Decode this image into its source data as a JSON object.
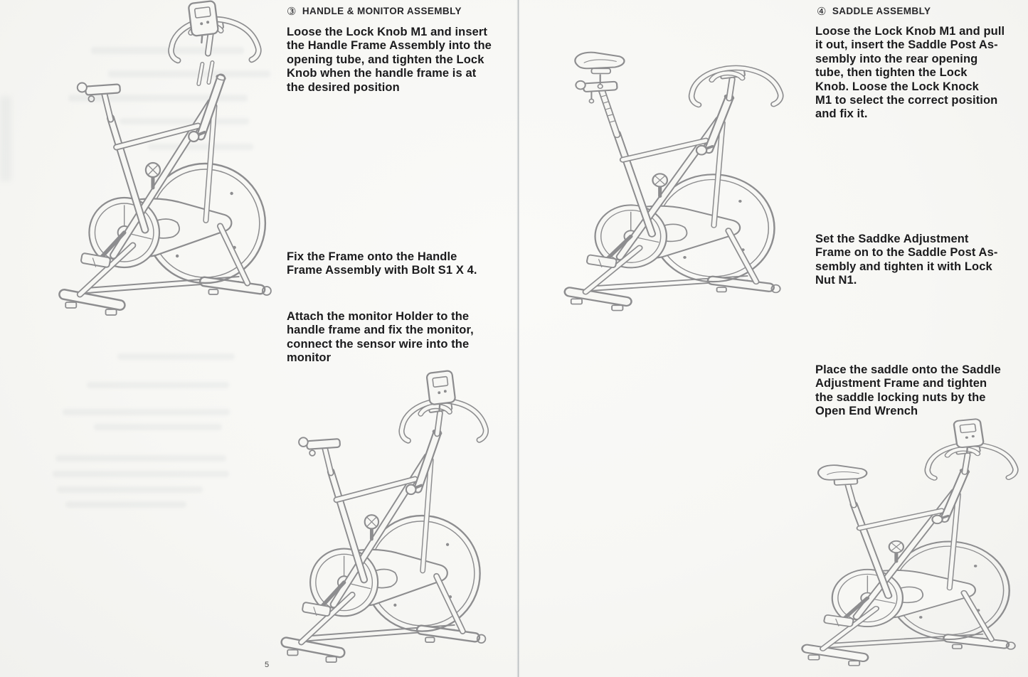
{
  "left_page": {
    "heading": {
      "number": "③",
      "title": "HANDLE & MONITOR ASSEMBLY"
    },
    "steps": [
      {
        "lines": [
          "Loose the Lock Knob M1 and insert",
          "the Handle Frame Assembly into the",
          "opening tube, and tighten the Lock",
          "Knob when the handle frame is at",
          "the desired position"
        ]
      },
      {
        "lines": [
          "Fix the Frame onto the Handle",
          "Frame Assembly with Bolt S1 X 4."
        ]
      },
      {
        "lines": [
          "Attach the monitor Holder to the",
          "handle frame and fix the monitor,",
          "connect the sensor wire into the",
          "monitor"
        ]
      }
    ],
    "page_number": "5"
  },
  "right_page": {
    "heading": {
      "number": "④",
      "title": "SADDLE ASSEMBLY"
    },
    "steps": [
      {
        "lines": [
          "Loose the Lock Knob M1 and pull",
          "it out, insert the Saddle Post As-",
          "sembly into the rear opening",
          "tube, then tighten the Lock",
          "Knob. Loose the Lock Knock",
          "M1 to select the correct position",
          "and fix it."
        ]
      },
      {
        "lines": [
          "Set the Saddke Adjustment",
          "Frame on to the Saddle Post As-",
          "sembly and tighten it with Lock",
          "Nut N1."
        ]
      },
      {
        "lines": [
          "Place the saddle onto the Saddle",
          "Adjustment Frame and tighten",
          "the saddle locking nuts by the",
          "Open End Wrench"
        ]
      }
    ]
  }
}
